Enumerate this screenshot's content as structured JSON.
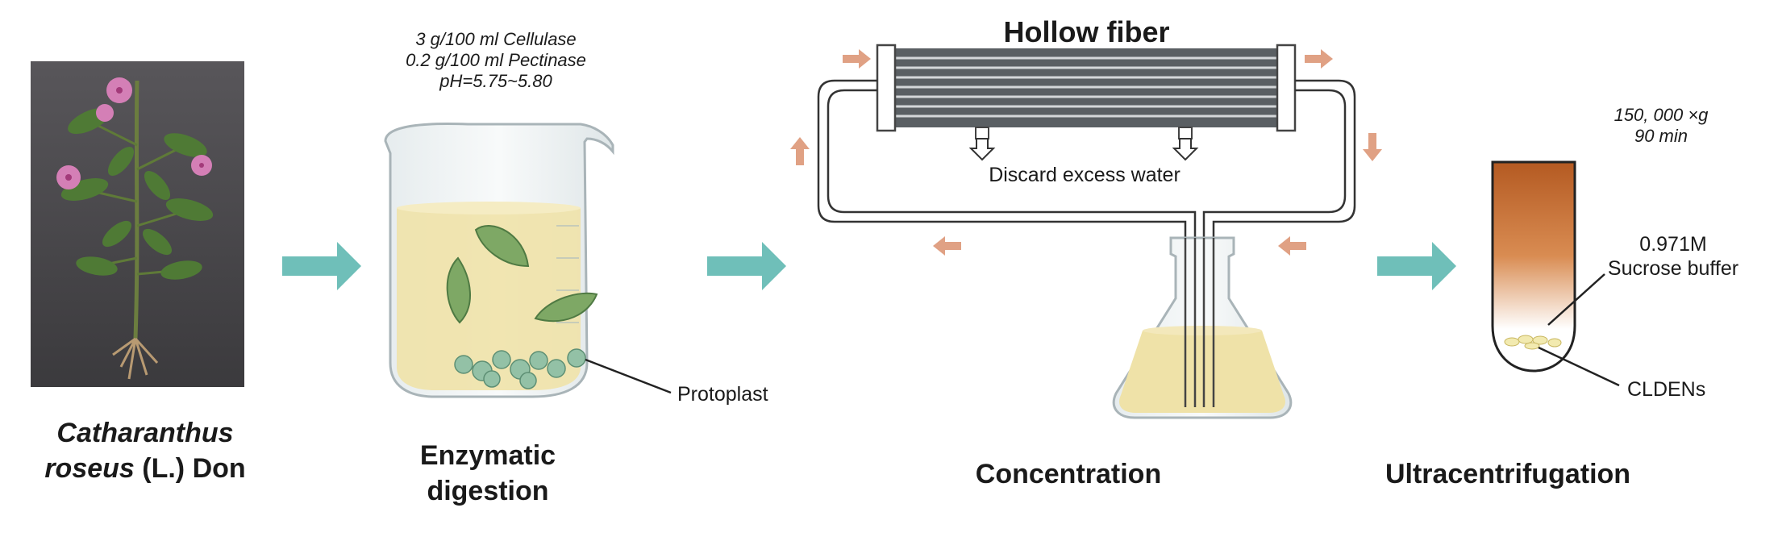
{
  "steps": {
    "plant": {
      "genus": "Catharanthus",
      "species": "roseus",
      "authority": "(L.) Don"
    },
    "digestion": {
      "title_line1": "Enzymatic",
      "title_line2": "digestion",
      "condition1": "3 g/100 ml Cellulase",
      "condition2": "0.2 g/100 ml Pectinase",
      "condition3": "pH=5.75~5.80",
      "callout": "Protoplast"
    },
    "concentration": {
      "title": "Concentration",
      "device": "Hollow fiber",
      "note": "Discard excess water"
    },
    "ultracentrifugation": {
      "title": "Ultracentrifugation",
      "speed": "150, 000 ×g",
      "time": "90 min",
      "buffer_line1": "0.971M",
      "buffer_line2": "Sucrose buffer",
      "pellet": "CLDENs"
    }
  },
  "colors": {
    "step_arrow": "#6fbfb9",
    "flow_arrow": "#e0a184",
    "liquid": "#efe2a8",
    "tube_top": "#b45a22",
    "leaf": "#6f9c5e",
    "protoplast": "#93c1a6"
  }
}
